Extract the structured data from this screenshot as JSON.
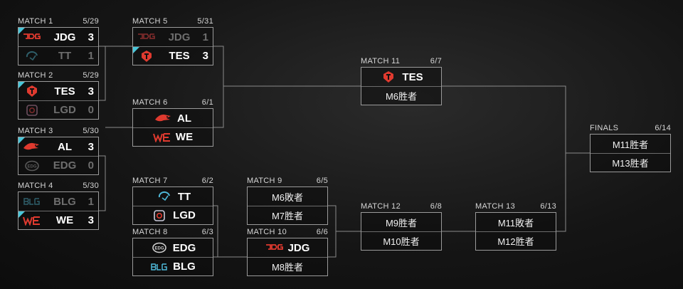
{
  "colors": {
    "accent": "#49c6d9",
    "line": "#8a8a8a"
  },
  "matches": [
    {
      "id": "m1",
      "title": "MATCH 1",
      "date": "5/29",
      "rows": [
        {
          "team": "JDG",
          "score": "3",
          "win": true,
          "logo": "jdg"
        },
        {
          "team": "TT",
          "score": "1",
          "win": false,
          "logo": "tt"
        }
      ]
    },
    {
      "id": "m2",
      "title": "MATCH 2",
      "date": "5/29",
      "rows": [
        {
          "team": "TES",
          "score": "3",
          "win": true,
          "logo": "tes"
        },
        {
          "team": "LGD",
          "score": "0",
          "win": false,
          "logo": "lgd"
        }
      ]
    },
    {
      "id": "m3",
      "title": "MATCH 3",
      "date": "5/30",
      "rows": [
        {
          "team": "AL",
          "score": "3",
          "win": true,
          "logo": "al"
        },
        {
          "team": "EDG",
          "score": "0",
          "win": false,
          "logo": "edg"
        }
      ]
    },
    {
      "id": "m4",
      "title": "MATCH 4",
      "date": "5/30",
      "rows": [
        {
          "team": "BLG",
          "score": "1",
          "win": false,
          "logo": "blg"
        },
        {
          "team": "WE",
          "score": "3",
          "win": true,
          "logo": "we"
        }
      ]
    },
    {
      "id": "m5",
      "title": "MATCH 5",
      "date": "5/31",
      "rows": [
        {
          "team": "JDG",
          "score": "1",
          "win": false,
          "logo": "jdg"
        },
        {
          "team": "TES",
          "score": "3",
          "win": true,
          "logo": "tes"
        }
      ]
    },
    {
      "id": "m6",
      "title": "MATCH 6",
      "date": "6/1",
      "rows": [
        {
          "team": "AL",
          "logo": "al"
        },
        {
          "team": "WE",
          "logo": "we"
        }
      ]
    },
    {
      "id": "m7",
      "title": "MATCH 7",
      "date": "6/2",
      "rows": [
        {
          "team": "TT",
          "logo": "tt"
        },
        {
          "team": "LGD",
          "logo": "lgd"
        }
      ]
    },
    {
      "id": "m8",
      "title": "MATCH 8",
      "date": "6/3",
      "rows": [
        {
          "team": "EDG",
          "logo": "edg"
        },
        {
          "team": "BLG",
          "logo": "blg"
        }
      ]
    },
    {
      "id": "m9",
      "title": "MATCH 9",
      "date": "6/5",
      "rows": [
        {
          "team": "M6敗者"
        },
        {
          "team": "M7胜者"
        }
      ]
    },
    {
      "id": "m10",
      "title": "MATCH 10",
      "date": "6/6",
      "rows": [
        {
          "team": "JDG",
          "logo": "jdg"
        },
        {
          "team": "M8胜者"
        }
      ]
    },
    {
      "id": "m11",
      "title": "MATCH 11",
      "date": "6/7",
      "rows": [
        {
          "team": "TES",
          "logo": "tes"
        },
        {
          "team": "M6胜者"
        }
      ]
    },
    {
      "id": "m12",
      "title": "MATCH 12",
      "date": "6/8",
      "rows": [
        {
          "team": "M9胜者"
        },
        {
          "team": "M10胜者"
        }
      ]
    },
    {
      "id": "m13",
      "title": "MATCH 13",
      "date": "6/13",
      "rows": [
        {
          "team": "M11敗者"
        },
        {
          "team": "M12胜者"
        }
      ]
    },
    {
      "id": "finals",
      "title": "FINALS",
      "date": "6/14",
      "rows": [
        {
          "team": "M11胜者"
        },
        {
          "team": "M13胜者"
        }
      ]
    }
  ]
}
